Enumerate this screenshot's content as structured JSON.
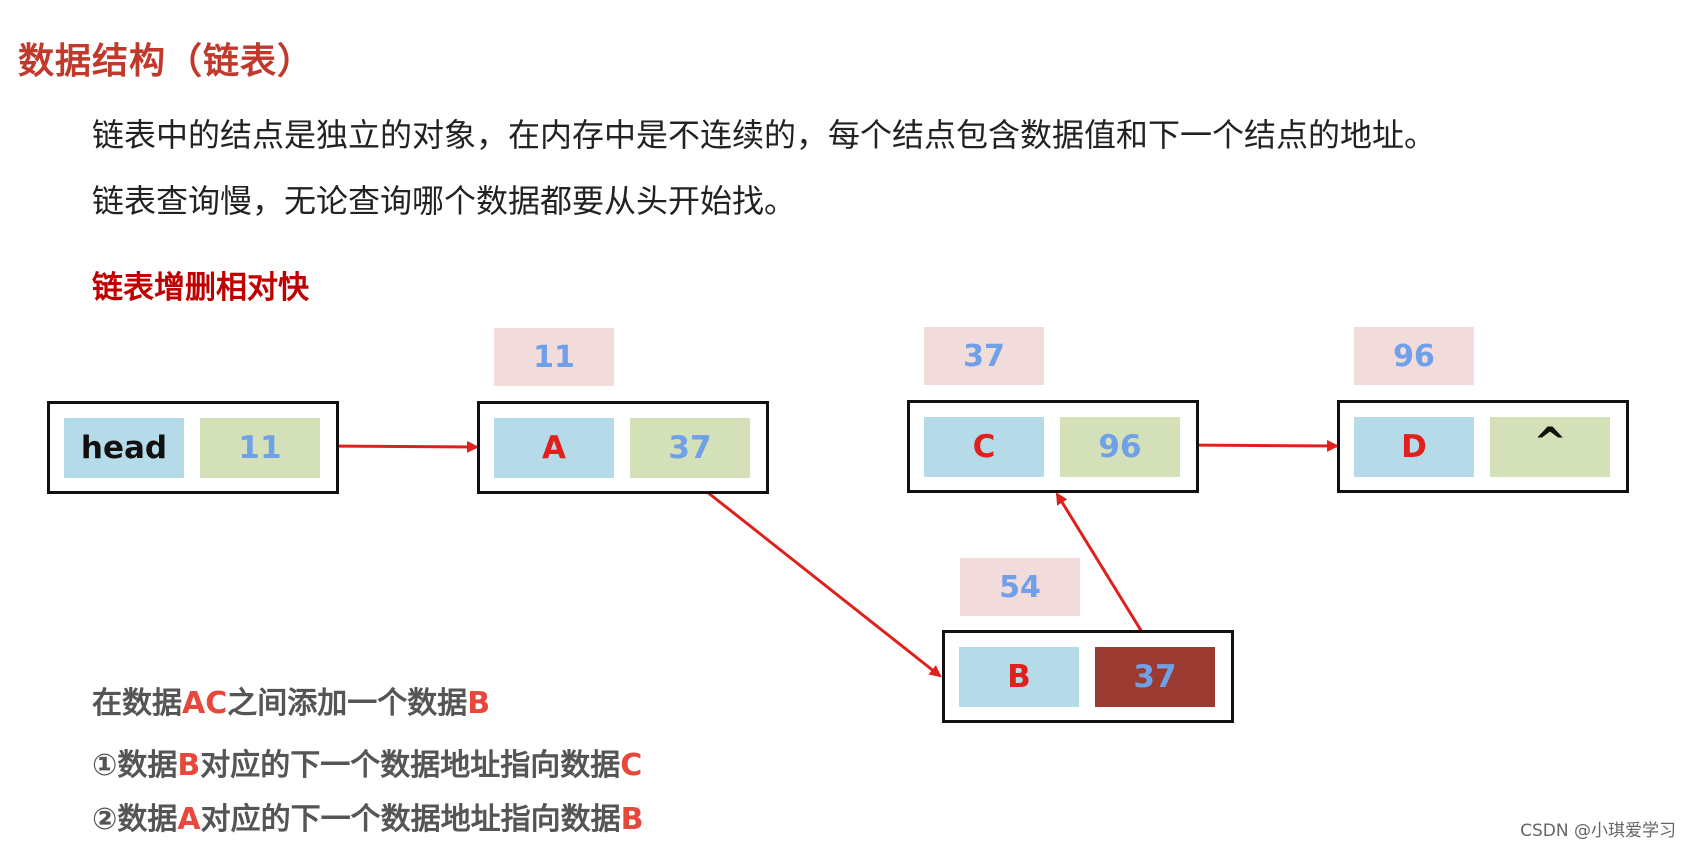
{
  "title": "数据结构（链表）",
  "paragraphs": [
    "链表中的结点是独立的对象，在内存中是不连续的，每个结点包含数据值和下一个结点的地址。",
    "链表查询慢，无论查询哪个数据都要从头开始找。"
  ],
  "subheading": "链表增删相对快",
  "nodes": {
    "head": {
      "data": "head",
      "next": "11"
    },
    "a": {
      "address": "11",
      "data": "A",
      "next": "37"
    },
    "c": {
      "address": "37",
      "data": "C",
      "next": "96"
    },
    "d": {
      "address": "96",
      "data": "D",
      "next": "^"
    },
    "b": {
      "address": "54",
      "data": "B",
      "next": "37"
    }
  },
  "notes": {
    "line1": {
      "p1": "在数据",
      "h1": "AC",
      "p2": "之间添加一个数据",
      "h2": "B"
    },
    "line2": {
      "p1": "①数据",
      "h1": "B",
      "p2": "对应的下一个数据地址指向数据",
      "h2": "C"
    },
    "line3": {
      "p1": "②数据",
      "h1": "A",
      "p2": "对应的下一个数据地址指向数据",
      "h2": "B"
    }
  },
  "watermark": "CSDN @小琪爱学习",
  "colors": {
    "title": "#c0392b",
    "arrow": "#e0201c",
    "data_cell": "#b6dbe8",
    "next_cell": "#d4e0b8",
    "address_box": "#f2dcdb",
    "highlight_cell": "#9b3a31"
  }
}
